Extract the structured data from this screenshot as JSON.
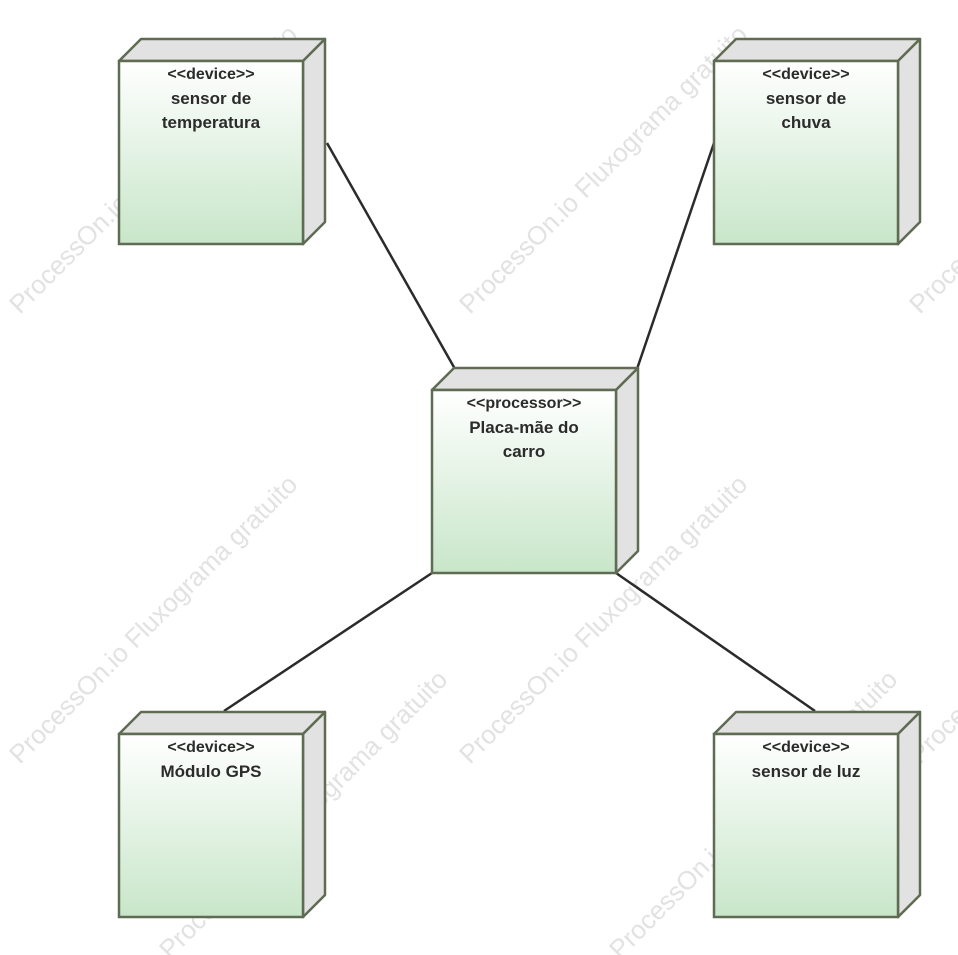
{
  "watermark": {
    "text": "ProcessOn.io Fluxograma gratuito"
  },
  "colors": {
    "node_border": "#5f6b52",
    "node_fill_top": "#ffffff",
    "node_fill_bottom": "#c8e6c9",
    "node_side": "#e2e2e2",
    "connector": "#2b2b2b"
  },
  "nodes": [
    {
      "id": "processor",
      "stereotype": "<<processor>>",
      "lines": [
        "Placa-mãe do",
        "carro"
      ]
    },
    {
      "id": "temp",
      "stereotype": "<<device>>",
      "lines": [
        "sensor de",
        "temperatura"
      ]
    },
    {
      "id": "rain",
      "stereotype": "<<device>>",
      "lines": [
        "sensor de",
        "chuva"
      ]
    },
    {
      "id": "gps",
      "stereotype": "<<device>>",
      "lines": [
        "Módulo GPS"
      ]
    },
    {
      "id": "light",
      "stereotype": "<<device>>",
      "lines": [
        "sensor de luz"
      ]
    }
  ],
  "connections": [
    {
      "from": "temp",
      "to": "processor"
    },
    {
      "from": "rain",
      "to": "processor"
    },
    {
      "from": "gps",
      "to": "processor"
    },
    {
      "from": "light",
      "to": "processor"
    }
  ]
}
